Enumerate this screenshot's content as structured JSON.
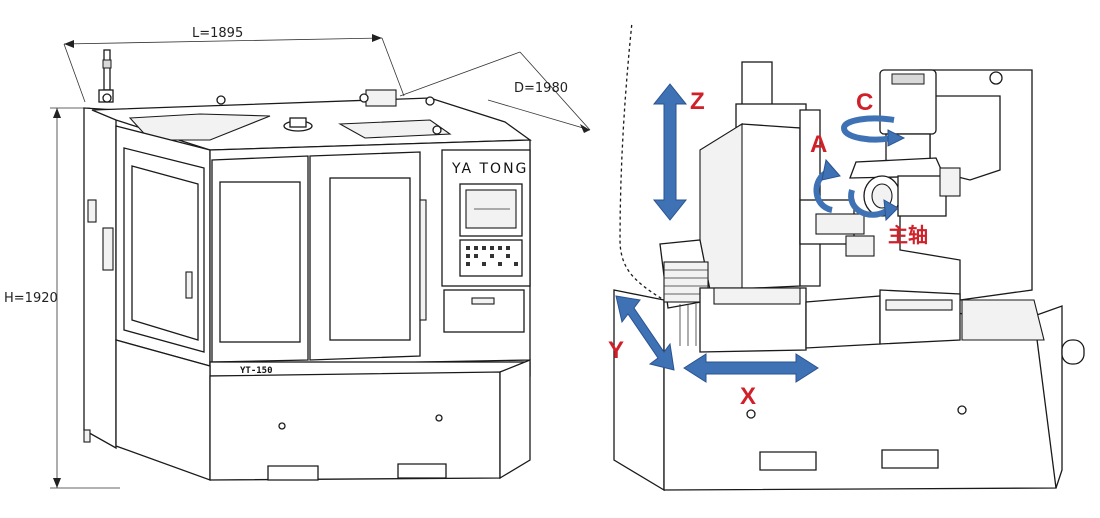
{
  "left_drawing": {
    "dim_length": "L=1895",
    "dim_depth": "D=1980",
    "dim_height": "H=1920",
    "brand_text": "YA TONG",
    "model_text": "YT-150"
  },
  "right_drawing": {
    "axis_z": "Z",
    "axis_c": "C",
    "axis_a": "A",
    "axis_y": "Y",
    "axis_x": "X",
    "spindle_label": "主轴"
  },
  "colors": {
    "axis_arrow": "#3f72b4",
    "axis_text": "#d0202a",
    "line": "#1a1a1a"
  }
}
